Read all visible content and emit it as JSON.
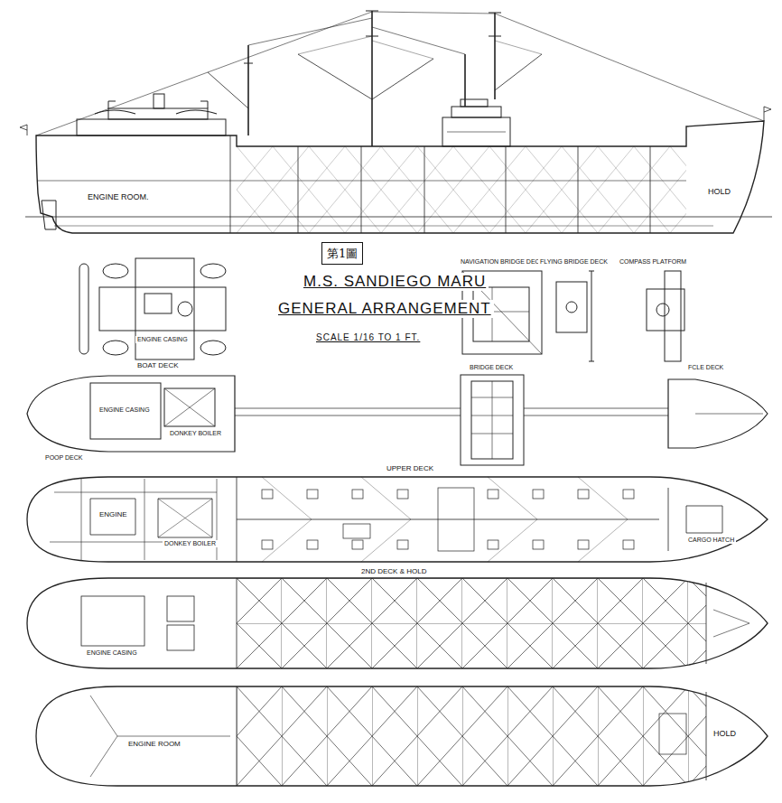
{
  "diagram": {
    "title": "M.S. SANDIEGO MARU",
    "nodes": [
      {
        "text": [
          "第1圖"
        ]
      }
    ],
    "labels": [
      "GENERAL ARRANGEMENT",
      "SCALE 1/16 TO 1 FT.",
      "ENGINE ROOM.",
      "HOLD",
      "BOAT DECK",
      "NAVIGATION BRIDGE DECK",
      "FLYING BRIDGE DECK",
      "COMPASS PLATFORM",
      "ENGINE CASING",
      "POOP DECK",
      "ENGINE CASING",
      "DONKEY BOILER",
      "BRIDGE DECK",
      "FCLE DECK",
      "UPPER DECK",
      "ENGINE",
      "DONKEY BOILER",
      "CARGO HATCH",
      "2ND DECK & HOLD",
      "ENGINE CASING",
      "ENGINE ROOM",
      "HOLD"
    ]
  }
}
